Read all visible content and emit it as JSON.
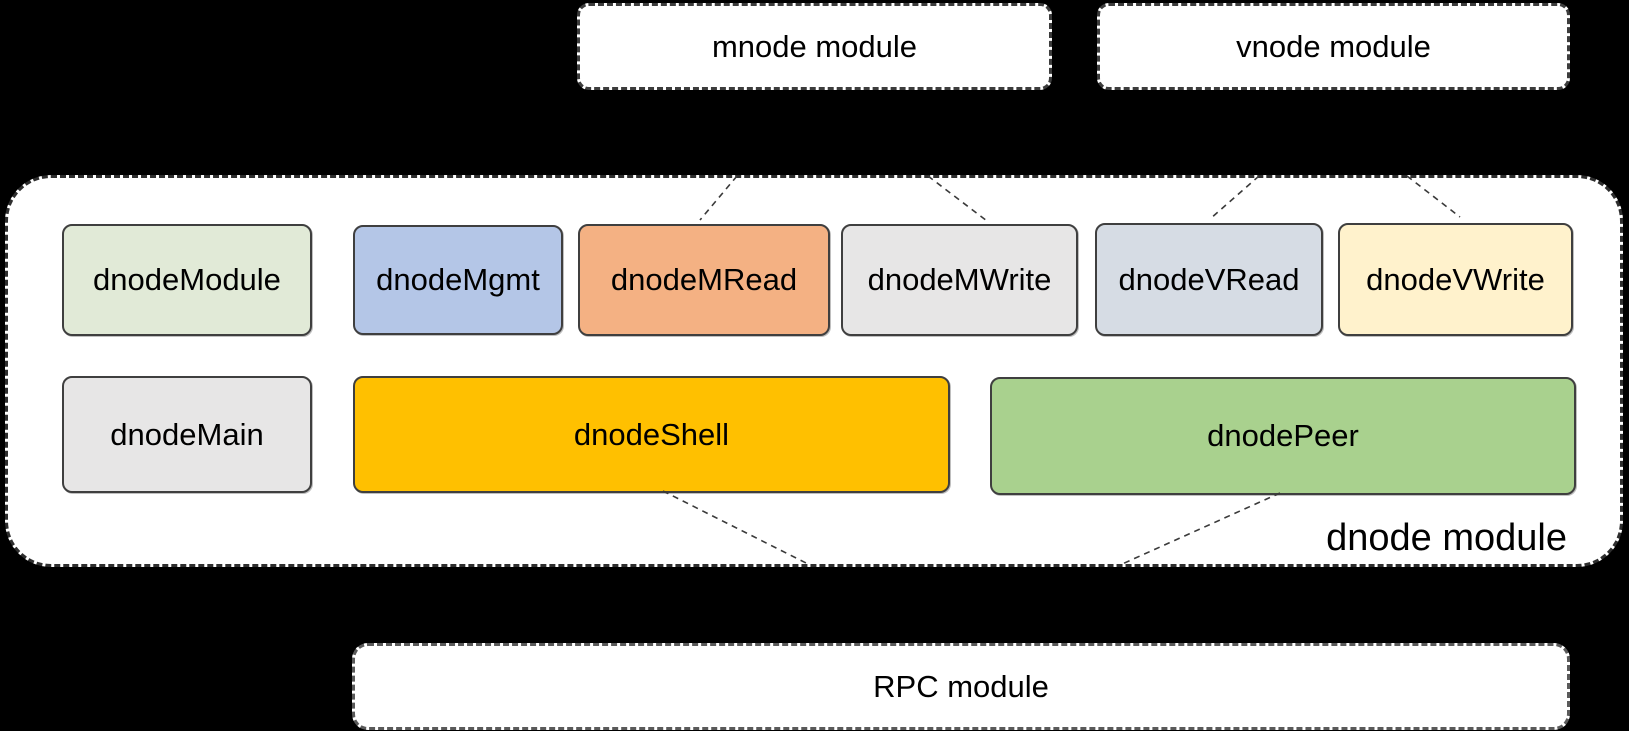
{
  "canvas": {
    "background_color": "#000000",
    "module_box_fill": "#FFFFFF",
    "border_color": "#3A3A3A",
    "text_color": "#000000"
  },
  "top_modules": [
    {
      "id": "mnode",
      "label": "mnode module"
    },
    {
      "id": "vnode",
      "label": "vnode module"
    }
  ],
  "dnode_module": {
    "label": "dnode module",
    "components": [
      {
        "id": "dnodeModule",
        "label": "dnodeModule",
        "fill": "#E1EAD7"
      },
      {
        "id": "dnodeMgmt",
        "label": "dnodeMgmt",
        "fill": "#B4C6E7"
      },
      {
        "id": "dnodeMRead",
        "label": "dnodeMRead",
        "fill": "#F4B183"
      },
      {
        "id": "dnodeMWrite",
        "label": "dnodeMWrite",
        "fill": "#E7E6E6"
      },
      {
        "id": "dnodeVRead",
        "label": "dnodeVRead",
        "fill": "#D6DCE4"
      },
      {
        "id": "dnodeVWrite",
        "label": "dnodeVWrite",
        "fill": "#FFF2CC"
      },
      {
        "id": "dnodeMain",
        "label": "dnodeMain",
        "fill": "#E7E6E6"
      },
      {
        "id": "dnodeShell",
        "label": "dnodeShell",
        "fill": "#FFC000"
      },
      {
        "id": "dnodePeer",
        "label": "dnodePeer",
        "fill": "#A9D18E"
      }
    ]
  },
  "bottom_module": {
    "id": "rpc",
    "label": "RPC module"
  },
  "connections": [
    {
      "from": "mnode module",
      "to": "dnodeMRead",
      "style": "dashed"
    },
    {
      "from": "mnode module",
      "to": "dnodeMWrite",
      "style": "dashed"
    },
    {
      "from": "vnode module",
      "to": "dnodeVRead",
      "style": "dashed"
    },
    {
      "from": "vnode module",
      "to": "dnodeVWrite",
      "style": "dashed"
    },
    {
      "from": "dnodeShell",
      "to": "RPC module",
      "style": "dashed"
    },
    {
      "from": "dnodePeer",
      "to": "RPC module",
      "style": "dashed"
    }
  ]
}
